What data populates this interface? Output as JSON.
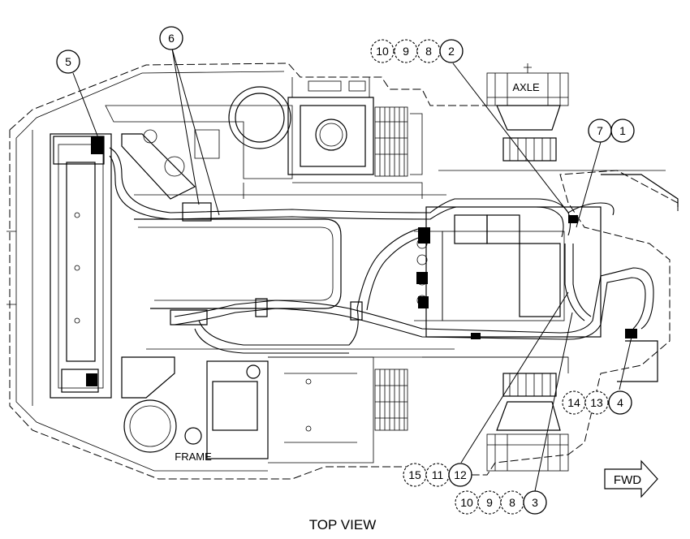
{
  "labels": {
    "axle": "AXLE",
    "frame": "FRAME",
    "fwd": "FWD",
    "view_title": "TOP VIEW"
  },
  "callouts": {
    "c5": "5",
    "c6": "6",
    "c10a": "10",
    "c9a": "9",
    "c8a": "8",
    "c2": "2",
    "c7": "7",
    "c1": "1",
    "c14": "14",
    "c13": "13",
    "c4": "4",
    "c15": "15",
    "c11": "11",
    "c12": "12",
    "c10b": "10",
    "c9b": "9",
    "c8b": "8",
    "c3": "3"
  }
}
